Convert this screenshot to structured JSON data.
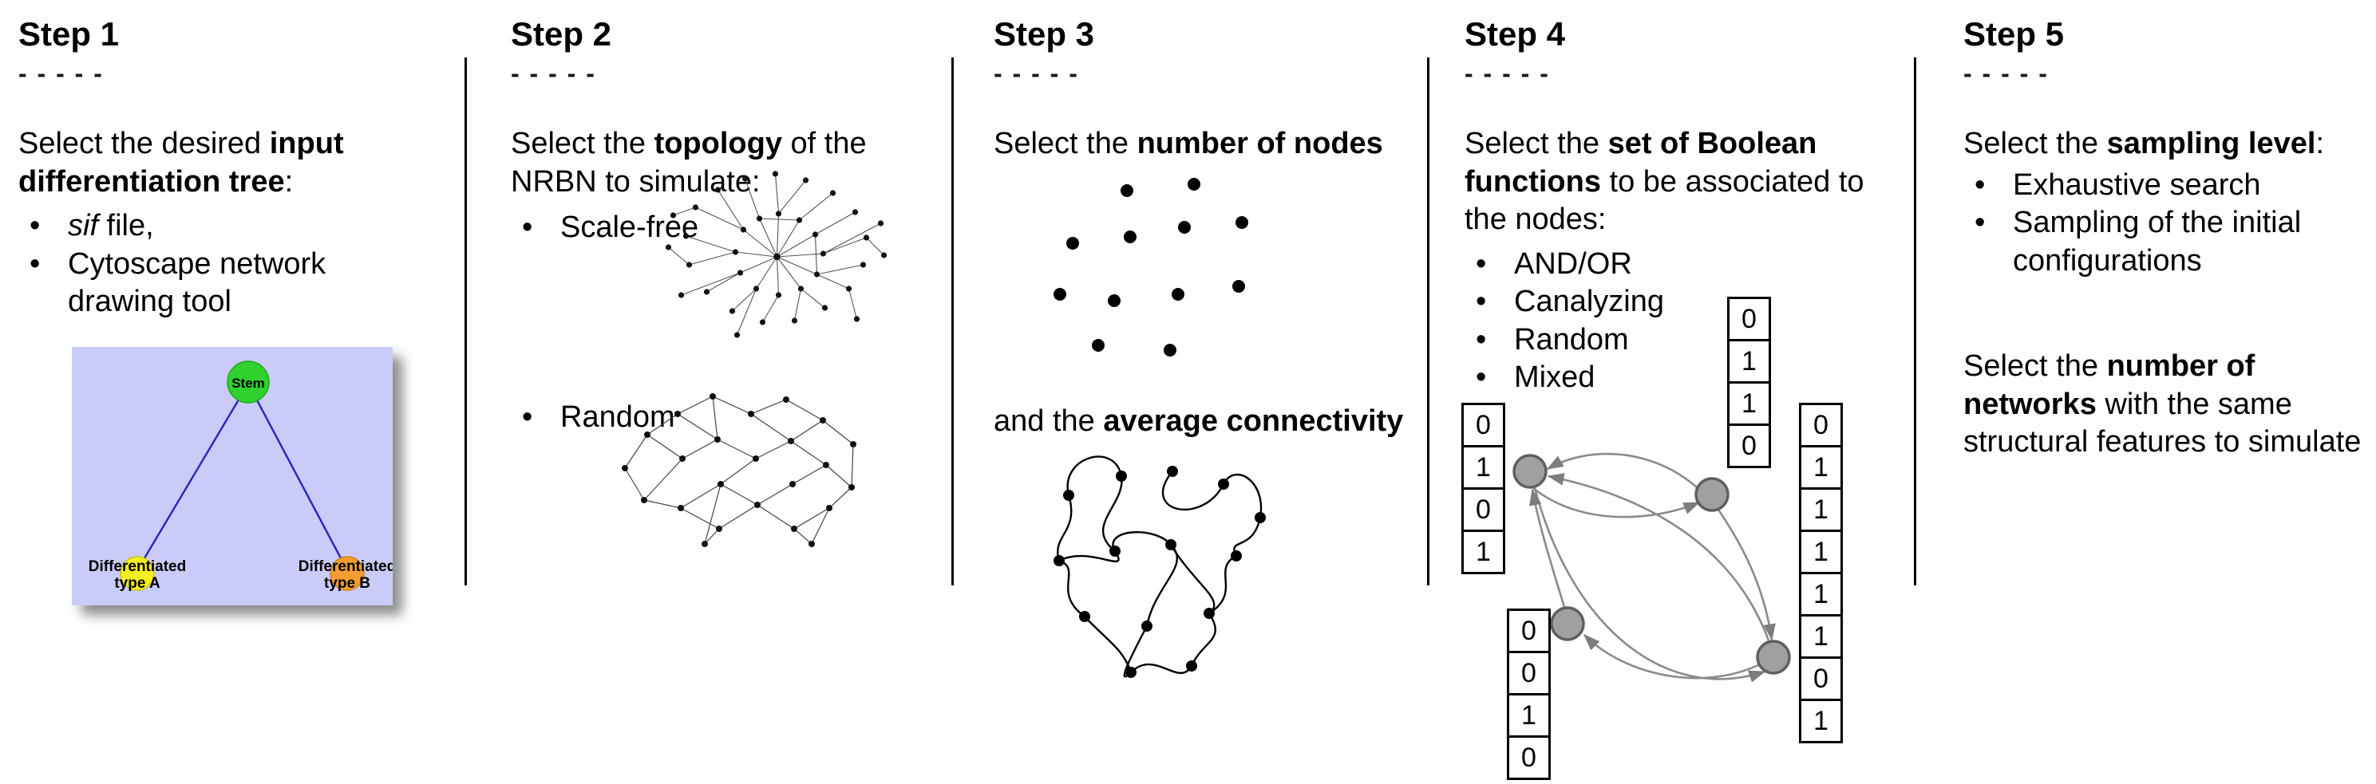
{
  "figure": {
    "steps": [
      {
        "title": "Step 1",
        "separator": "- - - - -",
        "intro": {
          "pre": "Select the desired ",
          "bold": "input differentiation tree",
          "post": ":"
        },
        "bullets": [
          {
            "italic": "sif",
            "text": " file,"
          },
          {
            "text": "Cytoscape network drawing tool"
          }
        ],
        "tree": {
          "root_label": "Stem",
          "left_label_line1": "Differentiated",
          "left_label_line2": "type A",
          "right_label_line1": "Differentiated",
          "right_label_line2": "type B",
          "colors": {
            "background": "#cbcbf9",
            "root_node": "#2fd12f",
            "left_node": "#f2ee20",
            "right_node": "#f59f31",
            "edge": "#2a2ac0"
          }
        }
      },
      {
        "title": "Step 2",
        "separator": "- - - - -",
        "intro": {
          "pre": "Select the ",
          "bold": "topology",
          "post": " of the NRBN to simulate:"
        },
        "bullets": [
          {
            "text": "Scale-free"
          },
          {
            "text": "Random"
          }
        ]
      },
      {
        "title": "Step 3",
        "separator": "- - - - -",
        "intro": {
          "pre": "Select the ",
          "bold": "number of nodes",
          "post": ""
        },
        "second": {
          "pre": "and the ",
          "bold": "average connectivity",
          "post": ""
        }
      },
      {
        "title": "Step 4",
        "separator": "- - - - -",
        "intro": {
          "pre": "Select the ",
          "bold": "set of Boolean functions",
          "post": " to be associated to the nodes:"
        },
        "bullets": [
          {
            "text": "AND/OR"
          },
          {
            "text": "Canalyzing"
          },
          {
            "text": "Random"
          },
          {
            "text": "Mixed"
          }
        ],
        "truth_tables": {
          "left": [
            "0",
            "1",
            "0",
            "1"
          ],
          "top": [
            "0",
            "1",
            "1",
            "0"
          ],
          "bottom": [
            "0",
            "0",
            "1",
            "0"
          ],
          "right": [
            "0",
            "1",
            "1",
            "1",
            "1",
            "1",
            "0",
            "1"
          ]
        }
      },
      {
        "title": "Step 5",
        "separator": "- - - - -",
        "intro": {
          "pre": "Select the ",
          "bold": "sampling level",
          "post": ":"
        },
        "bullets": [
          {
            "text": "Exhaustive search"
          },
          {
            "text": "Sampling of the initial configurations"
          }
        ],
        "second": {
          "pre": "Select the ",
          "bold": "number of networks",
          "post": " with the same structural features to simulate"
        }
      }
    ]
  }
}
